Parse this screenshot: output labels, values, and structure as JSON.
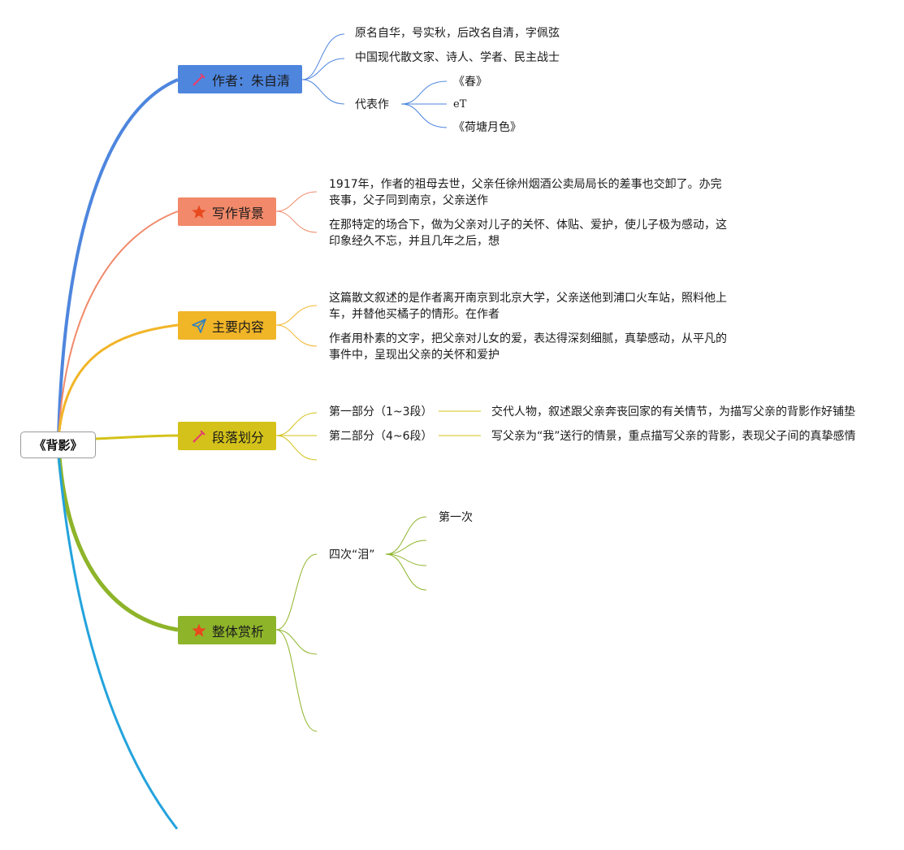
{
  "root": {
    "label": "《背影》"
  },
  "colors": {
    "author": "#4e86de",
    "background": "#f1896a",
    "content": "#f1b528",
    "sections": "#d4c21a",
    "analysis": "#8eb42a",
    "tail": "#23a3dc"
  },
  "branches": {
    "author": {
      "label": "作者：朱自清",
      "icon": "pencil-icon",
      "items": [
        "原名自华，号实秋，后改名自清，字佩弦",
        "中国现代散文家、诗人、学者、民主战士"
      ],
      "works": {
        "label": "代表作",
        "items": [
          "《春》",
          "eT",
          "《荷塘月色》"
        ]
      }
    },
    "background": {
      "label": "写作背景",
      "icon": "star-icon",
      "items": [
        "1917年，作者的祖母去世，父亲任徐州烟酒公卖局局长的差事也交卸了。办完丧事，父子同到南京，父亲送作",
        "在那特定的场合下，做为父亲对儿子的关怀、体贴、爱护，使儿子极为感动，这印象经久不忘，并且几年之后，想"
      ]
    },
    "content": {
      "label": "主要内容",
      "icon": "paper-plane-icon",
      "items": [
        "这篇散文叙述的是作者离开南京到北京大学，父亲送他到浦口火车站，照料他上车，并替他买橘子的情形。在作者",
        "作者用朴素的文字，把父亲对儿女的爱，表达得深刻细腻，真挚感动，从平凡的事件中，呈现出父亲的关怀和爱护"
      ]
    },
    "sections": {
      "label": "段落划分",
      "icon": "pencil-icon",
      "parts": [
        {
          "name": "第一部分（1~3段）",
          "desc": "交代人物，叙述跟父亲奔丧回家的有关情节，为描写父亲的背影作好铺垫"
        },
        {
          "name": "第二部分（4~6段）",
          "desc": "写父亲为“我”送行的情景，重点描写父亲的背影，表现父子间的真挚感情"
        }
      ]
    },
    "analysis": {
      "label": "整体赏析",
      "icon": "star-icon",
      "tears": {
        "label": "四次“泪”",
        "items": [
          "第一次"
        ]
      }
    }
  }
}
